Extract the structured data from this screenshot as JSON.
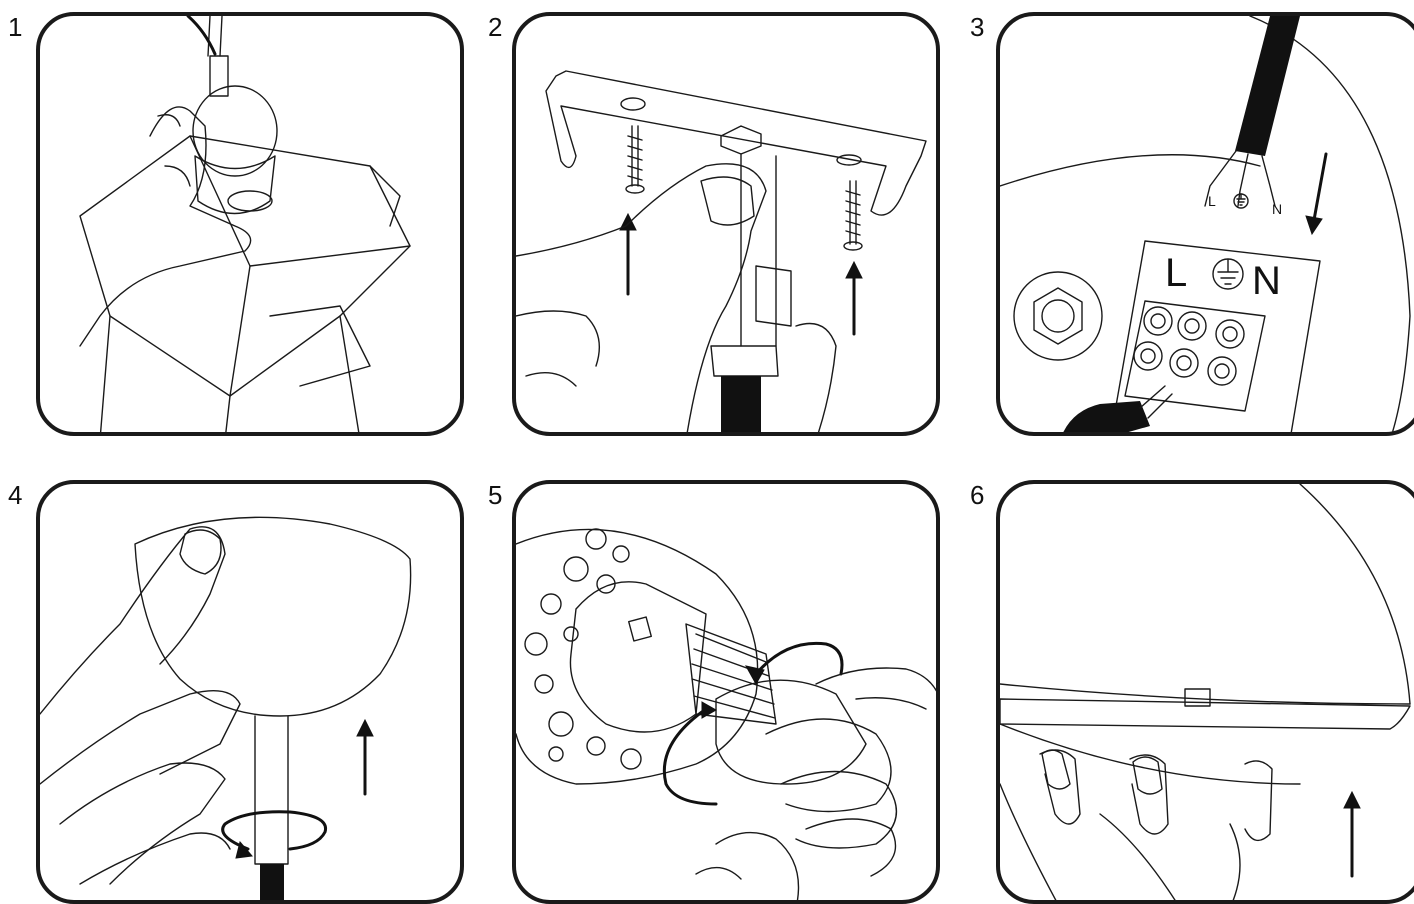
{
  "steps": [
    {
      "number": "1"
    },
    {
      "number": "2"
    },
    {
      "number": "3",
      "terminal_labels": [
        "L",
        "N"
      ],
      "wire_labels": [
        "L",
        "N"
      ]
    },
    {
      "number": "4"
    },
    {
      "number": "5"
    },
    {
      "number": "6"
    }
  ],
  "colors": {
    "line": "#1a1a1a",
    "background": "#ffffff"
  },
  "icons": {
    "ground_symbol": "earth-ground-icon",
    "arrow": "up-arrow-icon",
    "rotation": "rotate-arrow-icon"
  }
}
